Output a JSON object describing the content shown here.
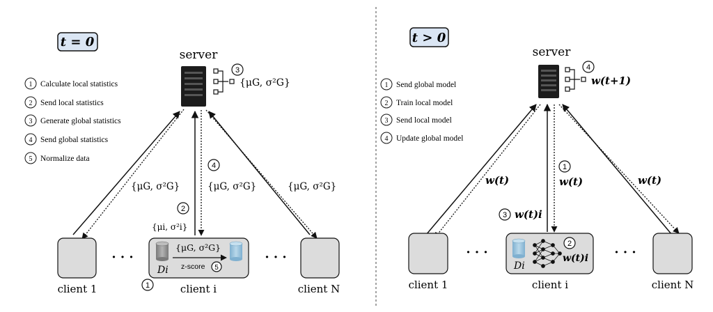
{
  "left_panel": {
    "time_label": "t = 0",
    "server_label": "server",
    "server_step_badge": "3",
    "server_output": "{μG, σ²G}",
    "steps": [
      {
        "num": "1",
        "text": "Calculate local statistics"
      },
      {
        "num": "2",
        "text": "Send local statistics"
      },
      {
        "num": "3",
        "text": "Generate global statistics"
      },
      {
        "num": "4",
        "text": "Send global statistics"
      },
      {
        "num": "5",
        "text": "Normalize data"
      }
    ],
    "edge_labels": {
      "left": "{μG, σ²G}",
      "center_down": "{μG, σ²G}",
      "center_down_badge": "4",
      "center_up": "{μi, σ²i}",
      "center_up_badge": "2",
      "right": "{μG, σ²G}"
    },
    "client_inner": {
      "stats": "{μG, σ²G}",
      "zscore": "z-score",
      "zscore_badge": "5",
      "dataset": "Di"
    },
    "client_badge": "1",
    "clients": {
      "left": "client 1",
      "center": "client i",
      "right": "client N"
    },
    "ellipsis": "· · ·"
  },
  "right_panel": {
    "time_label": "t > 0",
    "server_label": "server",
    "server_step_badge": "4",
    "server_output": "w(t+1)",
    "steps": [
      {
        "num": "1",
        "text": "Send global model"
      },
      {
        "num": "2",
        "text": "Train local model"
      },
      {
        "num": "3",
        "text": "Send local model"
      },
      {
        "num": "4",
        "text": "Update global model"
      }
    ],
    "edge_labels": {
      "left": "w(t)",
      "center_down": "w(t)",
      "center_down_badge": "1",
      "center_up": "w(t)i",
      "center_up_badge": "3",
      "right": "w(t)"
    },
    "client_inner": {
      "dataset": "Di",
      "model_badge": "2",
      "model_output": "w(t)i"
    },
    "clients": {
      "left": "client 1",
      "center": "client i",
      "right": "client N"
    },
    "ellipsis": "· · ·"
  },
  "colors": {
    "client_box": "#dcdcdc",
    "time_box": "#dbe6f4",
    "server": "#1c1c1c",
    "db_blue": "#9cc3dc",
    "db_gray": "#8f8f8f"
  }
}
